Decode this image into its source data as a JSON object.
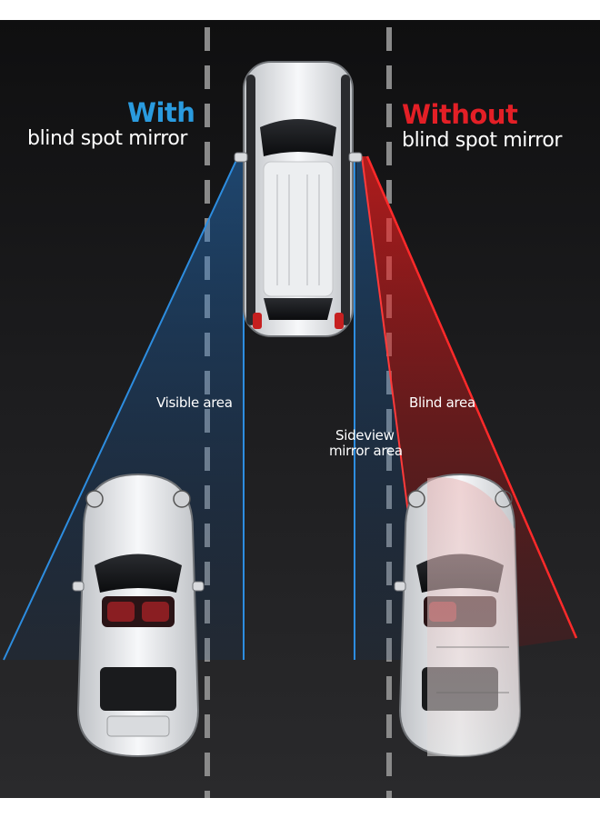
{
  "with_panel": {
    "title": "With",
    "subtitle": "blind spot mirror",
    "title_color": "#2a9bdf"
  },
  "without_panel": {
    "title": "Without",
    "subtitle": "blind spot mirror",
    "title_color": "#e31f26"
  },
  "labels": {
    "visible_area": "Visible area",
    "blind_area": "Blind area",
    "sideview_line1": "Sideview",
    "sideview_line2": "mirror area"
  },
  "colors": {
    "visible_zone": "#1f6fb8",
    "blind_zone": "#e31f26",
    "lane_marking": "#8a8a8a"
  }
}
